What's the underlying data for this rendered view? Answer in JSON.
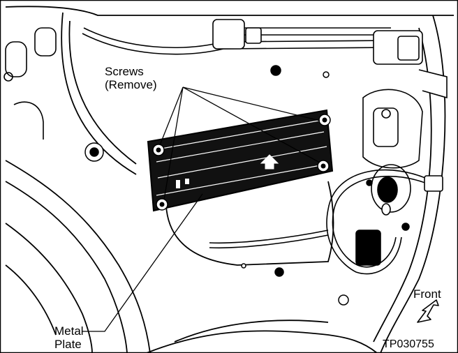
{
  "figure": {
    "labels": {
      "screws_line1": "Screws",
      "screws_line2": "(Remove)",
      "plate_line1": "Metal",
      "plate_line2": "Plate",
      "front": "Front",
      "code": "TP030755"
    },
    "icons": {
      "direction_arrow": "arrow-up-icon",
      "front_arrow": "arrow-down-left-icon"
    },
    "colors": {
      "ink": "#000000",
      "paper": "#ffffff",
      "plate": "#111111"
    }
  }
}
